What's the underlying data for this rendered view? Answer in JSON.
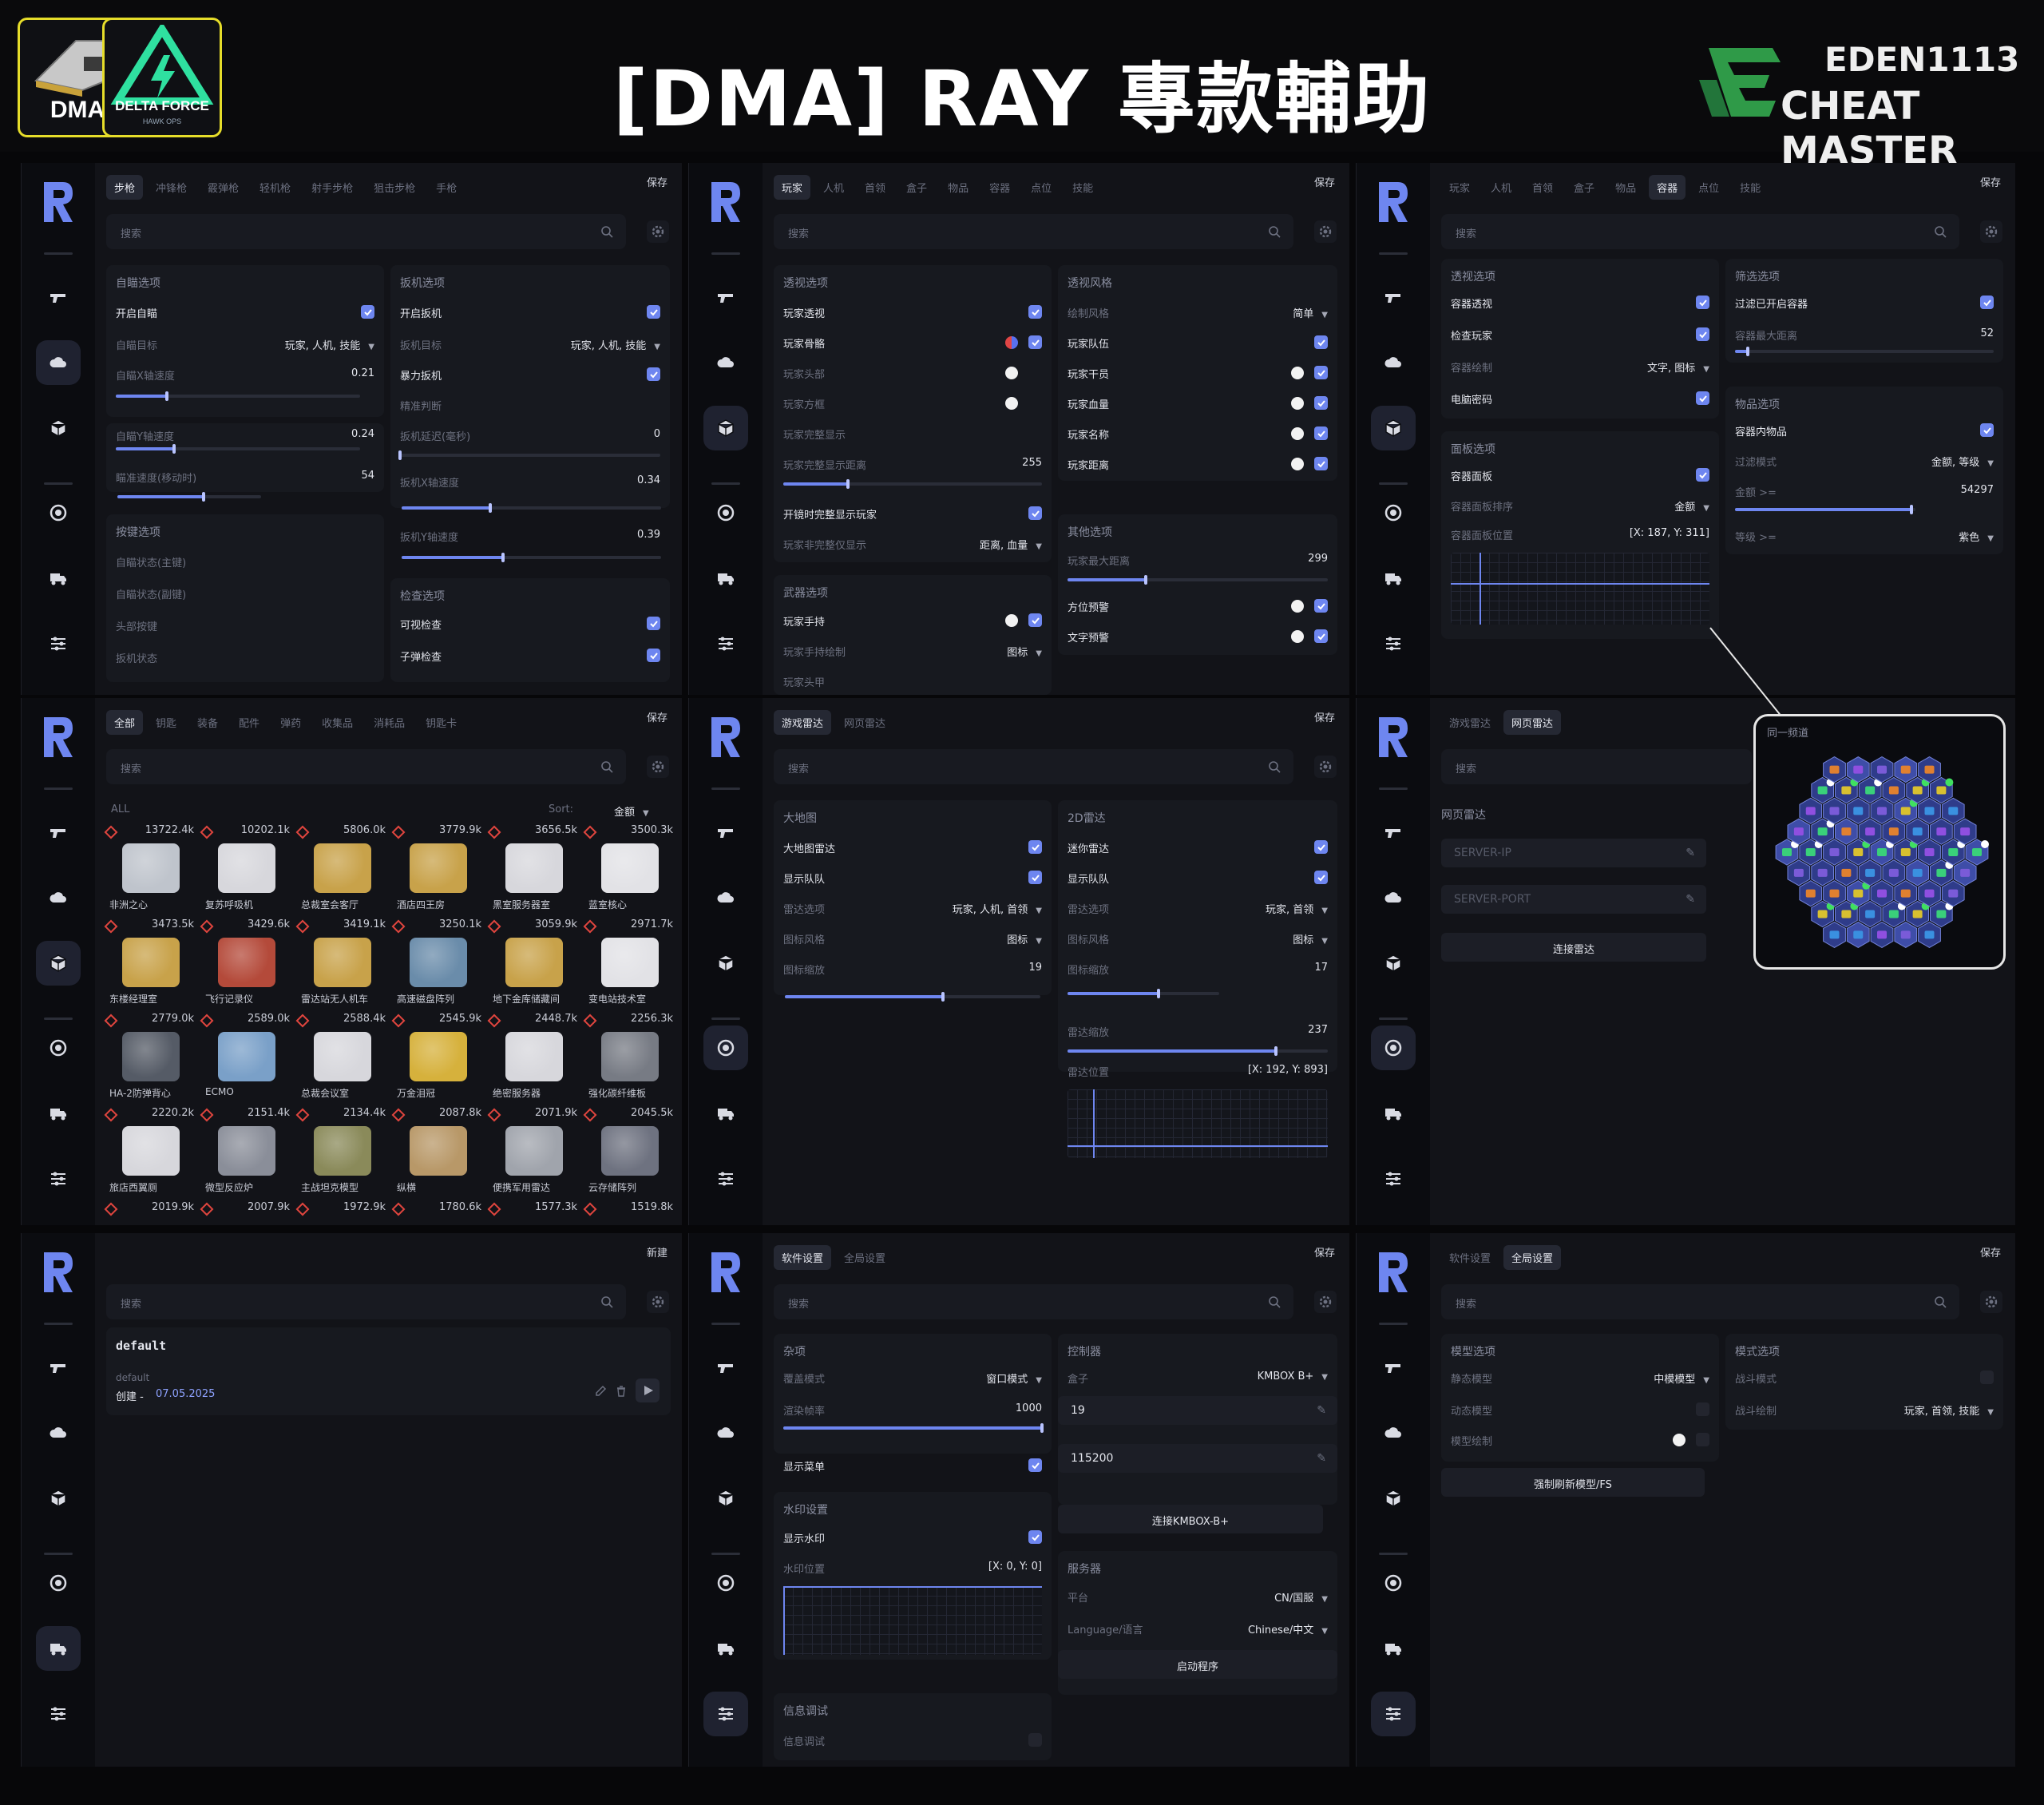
{
  "header": {
    "title": "[DMA] RAY 專款輔助",
    "dma_label": "DMA",
    "delta_force_label": "DELTA FORCE",
    "delta_force_sub": "HAWK OPS",
    "brand_line1": "EDEN1113",
    "brand_line2": "CHEAT MASTER"
  },
  "colors": {
    "accent": "#6e86f0",
    "highlight_border": "#e6dd2a",
    "danger": "#e0453e"
  },
  "common": {
    "save": "保存",
    "search_placeholder": "搜索"
  },
  "p1": {
    "tabs": [
      "步枪",
      "冲锋枪",
      "霰弹枪",
      "轻机枪",
      "射手步枪",
      "狙击步枪",
      "手枪"
    ],
    "aim_card": {
      "title": "自瞄选项",
      "enable": "开启自瞄",
      "target_label": "自瞄目标",
      "target_value": "玩家, 人机, 技能",
      "x_speed_label": "自瞄X轴速度",
      "x_speed": "0.21",
      "y_speed_label": "自瞄Y轴速度",
      "y_speed": "0.24",
      "move_speed_label": "瞄准速度(移动时)",
      "move_speed": "54"
    },
    "trigger_card": {
      "title": "扳机选项",
      "enable": "开启扳机",
      "target_label": "扳机目标",
      "target_value": "玩家, 人机, 技能",
      "force_label": "暴力扳机",
      "judge_label": "精准判断",
      "delay_label": "扳机延迟(毫秒)",
      "delay": "0",
      "x_speed_label": "扳机X轴速度",
      "x_speed": "0.34",
      "y_speed_label": "扳机Y轴速度",
      "y_speed": "0.39"
    },
    "key_card": {
      "title": "按键选项",
      "items": [
        "自瞄状态(主键)",
        "自瞄状态(副键)",
        "头部按键",
        "扳机状态"
      ]
    },
    "check_card": {
      "title": "检查选项",
      "visible": "可视检查",
      "bullet": "子弹检查"
    }
  },
  "p2": {
    "tabs": [
      "全部",
      "钥匙",
      "装备",
      "配件",
      "弹药",
      "收集品",
      "消耗品",
      "钥匙卡"
    ],
    "all": "ALL",
    "sort_label": "Sort:",
    "sort_value": "金额",
    "items": [
      {
        "price": "13722.4k",
        "name": "非洲之心"
      },
      {
        "price": "10202.1k",
        "name": "复苏呼吸机"
      },
      {
        "price": "5806.0k",
        "name": "总裁室会客厅"
      },
      {
        "price": "3779.9k",
        "name": "酒店四王房"
      },
      {
        "price": "3656.5k",
        "name": "黑室服务器室"
      },
      {
        "price": "3500.3k",
        "name": "蓝室核心"
      },
      {
        "price": "3473.5k",
        "name": "东楼经理室"
      },
      {
        "price": "3429.6k",
        "name": "飞行记录仪"
      },
      {
        "price": "3419.1k",
        "name": "雷达站无人机车"
      },
      {
        "price": "3250.1k",
        "name": "高速磁盘阵列"
      },
      {
        "price": "3059.9k",
        "name": "地下金库储藏间"
      },
      {
        "price": "2971.7k",
        "name": "变电站技术室"
      },
      {
        "price": "2779.0k",
        "name": "HA-2防弹背心"
      },
      {
        "price": "2589.0k",
        "name": "ECMO"
      },
      {
        "price": "2588.4k",
        "name": "总裁会议室"
      },
      {
        "price": "2545.9k",
        "name": "万金泪冠"
      },
      {
        "price": "2448.7k",
        "name": "绝密服务器"
      },
      {
        "price": "2256.3k",
        "name": "强化碳纤维板"
      },
      {
        "price": "2220.2k",
        "name": "旅店西翼厕"
      },
      {
        "price": "2151.4k",
        "name": "微型反应炉"
      },
      {
        "price": "2134.4k",
        "name": "主战坦克模型"
      },
      {
        "price": "2087.8k",
        "name": "纵横"
      },
      {
        "price": "2071.9k",
        "name": "便携军用雷达"
      },
      {
        "price": "2045.5k",
        "name": "云存储阵列"
      },
      {
        "price": "2019.9k",
        "name": ""
      },
      {
        "price": "2007.9k",
        "name": ""
      },
      {
        "price": "1972.9k",
        "name": ""
      },
      {
        "price": "1780.6k",
        "name": ""
      },
      {
        "price": "1577.3k",
        "name": ""
      },
      {
        "price": "1519.8k",
        "name": ""
      }
    ]
  },
  "p3": {
    "new": "新建",
    "config_name": "default",
    "config_sub": "default",
    "created_label": "创建 -",
    "created_date": "07.05.2025"
  },
  "p4": {
    "tabs": [
      "玩家",
      "人机",
      "首领",
      "盒子",
      "物品",
      "容器",
      "点位",
      "技能"
    ],
    "esp_card": {
      "title": "透视选项",
      "rows": [
        "玩家透视",
        "玩家骨骼",
        "玩家头部",
        "玩家方框",
        "玩家完整显示",
        "玩家完整显示距离"
      ],
      "full_dist": "255",
      "show_team": "开镜时完整显示玩家",
      "bottom_label": "玩家非完整仅显示",
      "bottom_value": "距离, 血量"
    },
    "weapon_card": {
      "title": "武器选项",
      "rows": [
        "玩家手持",
        "玩家手持绘制",
        "玩家头甲"
      ],
      "draw_value": "图标"
    },
    "style_card": {
      "title": "透视风格",
      "style_label": "绘制风格",
      "style_value": "简单",
      "rows": [
        "玩家队伍",
        "玩家干员",
        "玩家血量",
        "玩家名称",
        "玩家距离"
      ]
    },
    "other_card": {
      "title": "其他选项",
      "max_dist_label": "玩家最大距离",
      "max_dist": "299",
      "dir_label": "方位预警",
      "text_label": "文字预警"
    }
  },
  "p5": {
    "tabs": [
      "游戏雷达",
      "网页雷达"
    ],
    "big_map": {
      "title": "大地图",
      "enable": "大地图雷达",
      "team": "显示队队",
      "draw_label": "雷达选项",
      "draw_value": "玩家, 人机, 首领",
      "style_label": "图标风格",
      "style_value": "图标",
      "scale_label": "图标缩放",
      "scale": "19"
    },
    "radar_2d": {
      "title": "2D雷达",
      "enable": "迷你雷达",
      "team": "显示队队",
      "draw_label": "雷达选项",
      "draw_value": "玩家, 首领",
      "style_label": "图标风格",
      "style_value": "图标",
      "scale_label": "图标缩放",
      "scale": "17",
      "zoom_label": "雷达缩放",
      "zoom": "237",
      "pos_label": "雷达位置",
      "pos": "[X: 192, Y: 893]"
    }
  },
  "p6": {
    "tabs": [
      "软件设置",
      "全局设置"
    ],
    "misc": {
      "title": "杂项",
      "mode_label": "覆盖模式",
      "mode_value": "窗口模式",
      "fps_label": "渲染帧率",
      "fps": "1000",
      "menu_label": "显示菜单"
    },
    "watermark": {
      "title": "水印设置",
      "show": "显示水印",
      "pos_label": "水印位置",
      "pos": "[X: 0, Y: 0]"
    },
    "debug": {
      "title": "信息调试",
      "row": "信息调试"
    },
    "controller": {
      "title": "控制器",
      "box_label": "盒子",
      "box_value": "KMBOX B+",
      "field1": "19",
      "field2": "115200",
      "connect": "连接KMBOX-B+"
    },
    "server": {
      "title": "服务器",
      "platform_label": "平台",
      "platform_value": "CN/国服",
      "lang_label": "Language/语言",
      "lang_value": "Chinese/中文",
      "start": "启动程序"
    }
  },
  "p7": {
    "tabs": [
      "玩家",
      "人机",
      "首领",
      "盒子",
      "物品",
      "容器",
      "点位",
      "技能"
    ],
    "esp_card": {
      "title": "透视选项",
      "container_esp": "容器透视",
      "check_player": "检查玩家",
      "draw_label": "容器绘制",
      "draw_value": "文字, 图标",
      "pc_label": "电脑密码"
    },
    "panel_card": {
      "title": "面板选项",
      "panel_label": "容器面板",
      "sort_label": "容器面板排序",
      "sort_value": "金额",
      "pos_label": "容器面板位置",
      "pos": "[X: 187, Y: 311]"
    },
    "filter_card": {
      "title": "筛选选项",
      "filter_label": "过滤已开启容器",
      "max_dist_label": "容器最大距离",
      "max_dist": "52"
    },
    "item_filter": {
      "title": "物品选项",
      "inner_label": "容器内物品",
      "mode_label": "过滤模式",
      "mode_value": "金额, 等级",
      "value_label": "金额 >=",
      "value": "54297",
      "level_label": "等级 >=",
      "level_value": "紫色"
    }
  },
  "p8": {
    "tabs": [
      "游戏雷达",
      "网页雷达"
    ],
    "title": "网页雷达",
    "ip_placeholder": "SERVER-IP",
    "port_placeholder": "SERVER-PORT",
    "connect": "连接雷达",
    "callout_label": "同一频道"
  },
  "p9": {
    "tabs": [
      "软件设置",
      "全局设置"
    ],
    "model": {
      "title": "模型选项",
      "static_label": "静态模型",
      "static_value": "中模模型",
      "dynamic_label": "动态模型",
      "draw_label": "模型绘制",
      "refresh": "强制刷新模型/FS"
    },
    "battle": {
      "title": "模式选项",
      "mode_label": "战斗模式",
      "draw_label": "战斗绘制",
      "draw_value": "玩家, 首领, 技能"
    }
  }
}
